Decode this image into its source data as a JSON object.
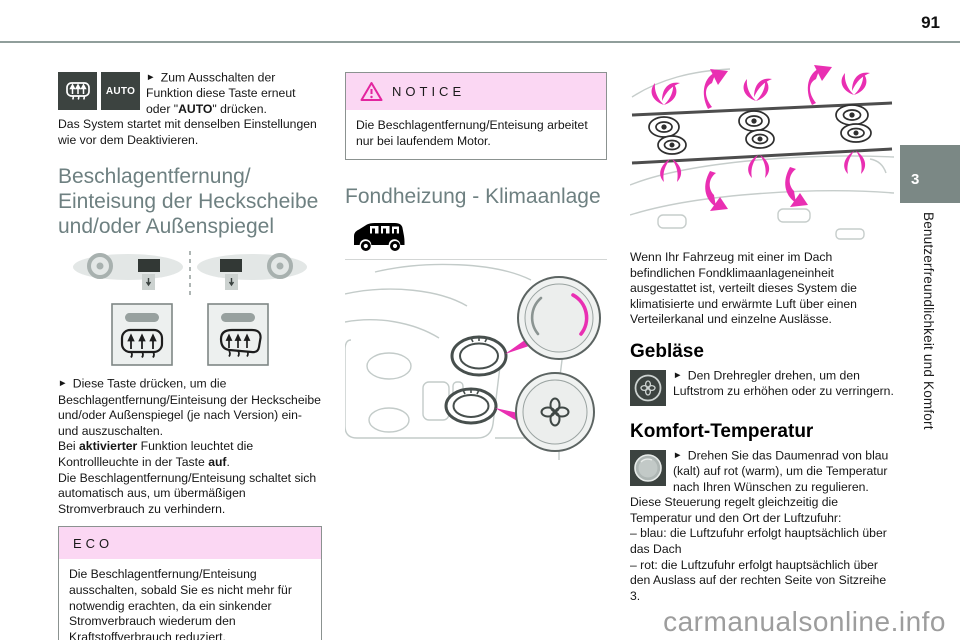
{
  "page": {
    "number": "91",
    "watermark": "carmanualsonline.info"
  },
  "sidebar": {
    "chapter_number": "3",
    "chapter_title": "Benutzerfreundlichkeit und Komfort"
  },
  "glyphs": {
    "bullet": "►"
  },
  "colors": {
    "magenta": "#e92fb2",
    "pink_band": "#fbd7f3",
    "heading_slate": "#6e8081",
    "badge_gray": "#7b8885",
    "button_dark": "#3c4340"
  },
  "left": {
    "auto_button": "AUTO",
    "off_pre": "Zum Ausschalten der Funktion diese Taste erneut oder \"",
    "off_bold": "AUTO",
    "off_post": "\" drücken.",
    "off_rest": "Das System startet mit denselben Einstellungen wie vor dem Deaktivieren.",
    "heading": "Beschlagentfernung/\nEinteisung der Heckscheibe und/oder Außenspiegel",
    "press_text": "Diese Taste drücken, um die Beschlagentfernung/Einteisung der Heckscheibe und/oder Außenspiegel (je nach Version) ein- und auszuschalten.",
    "led_pre": "Bei ",
    "led_bold1": "aktivierter",
    "led_mid": " Funktion leuchtet die Kontrollleuchte in der Taste ",
    "led_bold2": "auf",
    "led_post": ".",
    "auto_off_text": "Die Beschlagentfernung/Enteisung schaltet sich automatisch aus, um übermäßigen Stromverbrauch zu verhindern.",
    "eco_title": "ECO",
    "eco_body": "Die Beschlagentfernung/Enteisung ausschalten, sobald Sie es nicht mehr für notwendig erachten, da ein sinkender Stromverbrauch wiederum den Kraftstoffverbrauch reduziert."
  },
  "middle": {
    "notice_title": "NOTICE",
    "notice_body": "Die Beschlagentfernung/Enteisung arbeitet nur bei laufendem Motor.",
    "heading": "Fondheizung - Klimaanlage"
  },
  "right": {
    "intro": "Wenn Ihr Fahrzeug mit einer im Dach befindlichen Fondklimaanlageneinheit ausgestattet ist, verteilt dieses System die klimatisierte und erwärmte Luft über einen Verteilerkanal und einzelne Auslässe.",
    "geblaese_heading": "Gebläse",
    "geblaese_text": "Den Drehregler drehen, um den Luftstrom zu erhöhen oder zu verringern.",
    "komfort_heading": "Komfort-Temperatur",
    "komfort_text": "Drehen Sie das Daumenrad von blau (kalt) auf rot (warm), um die Temperatur nach Ihren Wünschen zu regulieren.",
    "steuerung": "Diese Steuerung regelt gleichzeitig die Temperatur und den Ort der Luftzufuhr:",
    "dash_blau": "– blau: die Luftzufuhr erfolgt hauptsächlich über das Dach",
    "dash_rot": "– rot: die Luftzufuhr erfolgt hauptsächlich über den Auslass auf der rechten Seite von Sitzreihe 3."
  }
}
